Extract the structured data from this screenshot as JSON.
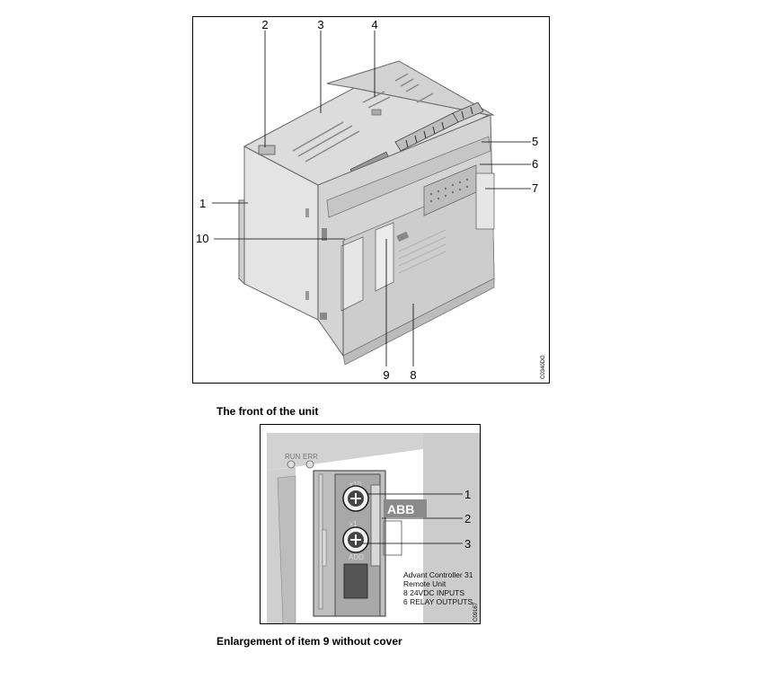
{
  "figure1": {
    "callouts": [
      "1",
      "2",
      "3",
      "4",
      "5",
      "6",
      "7",
      "8",
      "9",
      "10"
    ],
    "code": "C0340DG",
    "caption": "The front of the unit"
  },
  "figure2": {
    "led_labels": [
      "RUN",
      "ERR"
    ],
    "switch_labels": [
      "x10",
      "x1"
    ],
    "add_label": "ADD",
    "brand": "ABB",
    "product_lines": [
      "Advant Controller 31",
      "Remote Unit",
      "8 24VDC INPUTS",
      "6 RELAY OUTPUTS"
    ],
    "callouts": [
      "1",
      "2",
      "3"
    ],
    "code": "C09167",
    "caption": "Enlargement of item 9 without cover"
  },
  "colors": {
    "frame": "#000000",
    "body": "#d9d9d9",
    "shade": "#b3b3b3",
    "dark": "#555555",
    "brand_bg": "#8a8a8a"
  }
}
